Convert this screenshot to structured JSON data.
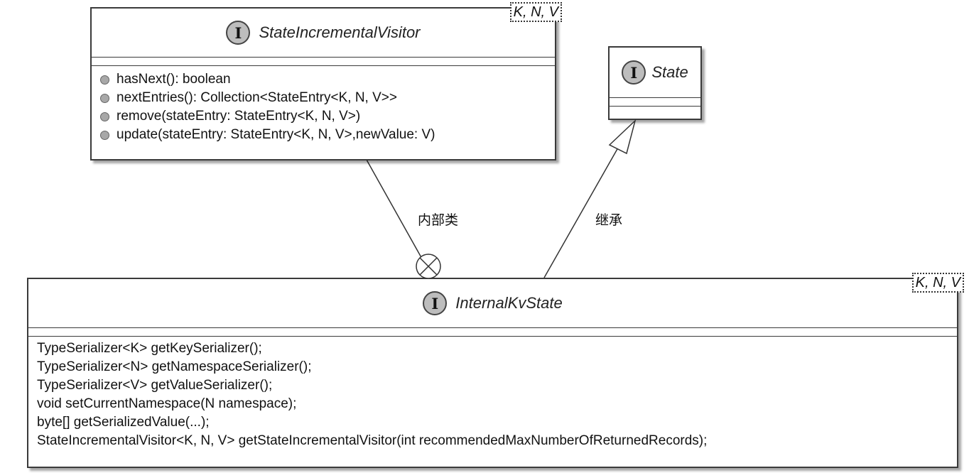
{
  "classes": {
    "visitor": {
      "stereotype": "I",
      "name": "StateIncrementalVisitor",
      "generics": "K, N, V",
      "members": [
        "hasNext(): boolean",
        "nextEntries(): Collection<StateEntry<K, N, V>>",
        "remove(stateEntry: StateEntry<K, N, V>)",
        "update(stateEntry: StateEntry<K, N, V>,newValue: V)"
      ]
    },
    "state": {
      "stereotype": "I",
      "name": "State"
    },
    "internal": {
      "stereotype": "I",
      "name": "InternalKvState",
      "generics": "K, N, V",
      "members": [
        "TypeSerializer<K> getKeySerializer();",
        "TypeSerializer<N> getNamespaceSerializer();",
        "TypeSerializer<V> getValueSerializer();",
        "void setCurrentNamespace(N namespace);",
        "byte[] getSerializedValue(...);",
        "StateIncrementalVisitor<K, N, V> getStateIncrementalVisitor(int recommendedMaxNumberOfReturnedRecords);"
      ]
    }
  },
  "relations": {
    "inner_label": "内部类",
    "inherit_label": "继承"
  },
  "colors": {
    "border": "#3a3a3a",
    "badge": "#bdbdbd",
    "member_dot": "#a8a8a8"
  }
}
